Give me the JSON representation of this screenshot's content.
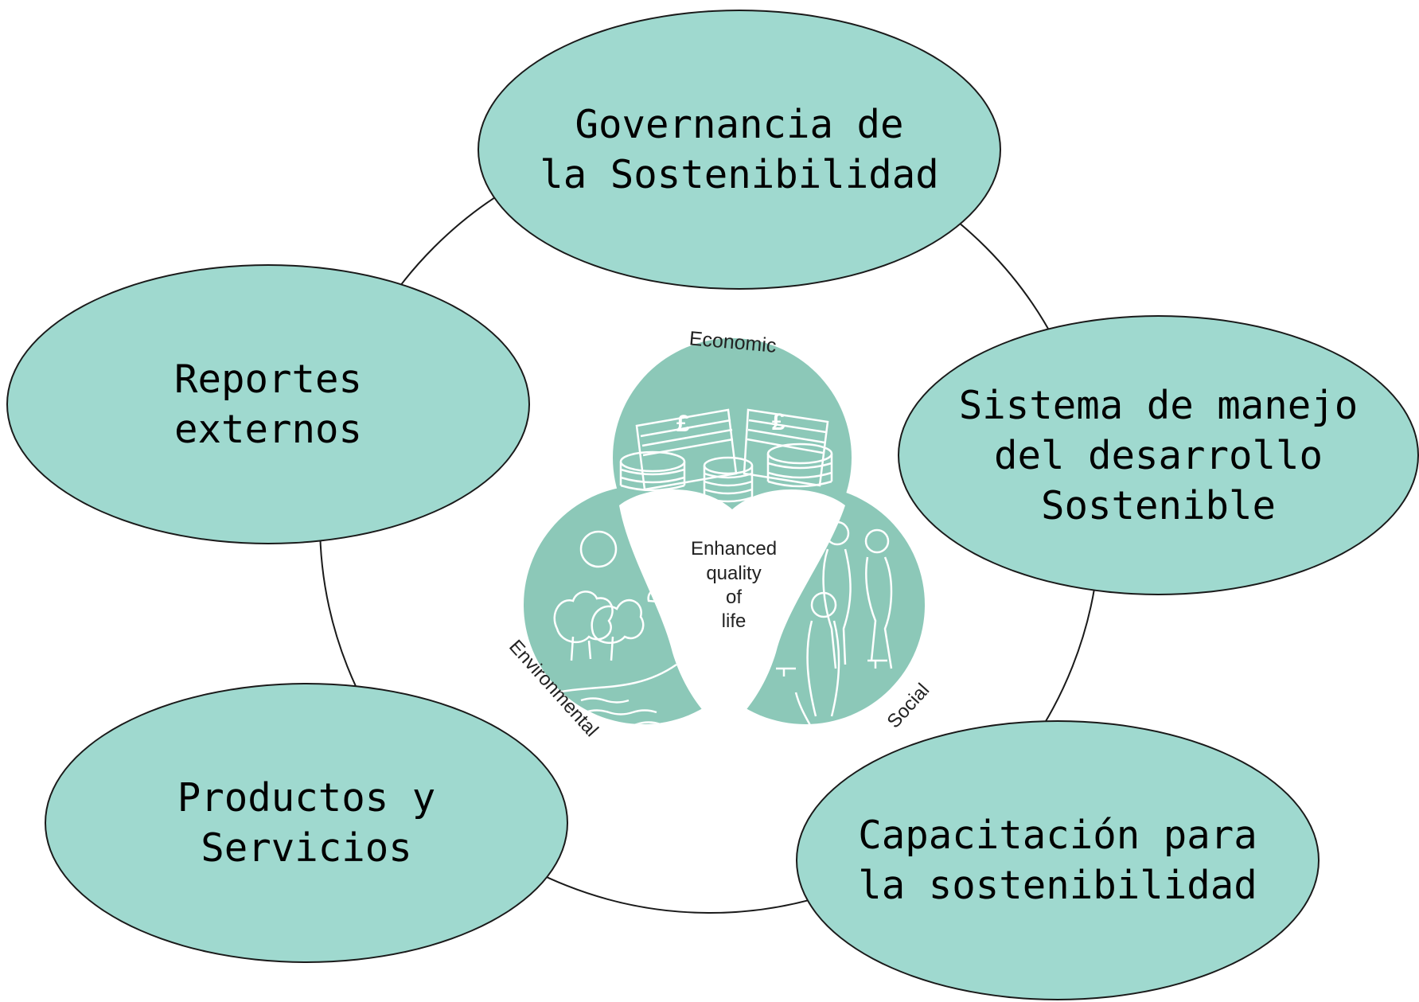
{
  "ovals": {
    "governance": "Governancia de\nla Sostenibilidad",
    "reports": "Reportes\nexternos",
    "management": "Sistema de manejo\ndel desarrollo\nSostenible",
    "products": "Productos y\nServicios",
    "training": "Capacitación para\nla sostenibilidad"
  },
  "venn": {
    "economic": "Economic",
    "environmental": "Environmental",
    "social": "Social",
    "center": [
      "Enhanced",
      "quality",
      "of",
      "life"
    ]
  },
  "colors": {
    "oval_fill": "#9fd9cf",
    "venn_fill": "#8cc8b8",
    "outline": "#1a1a1a"
  }
}
